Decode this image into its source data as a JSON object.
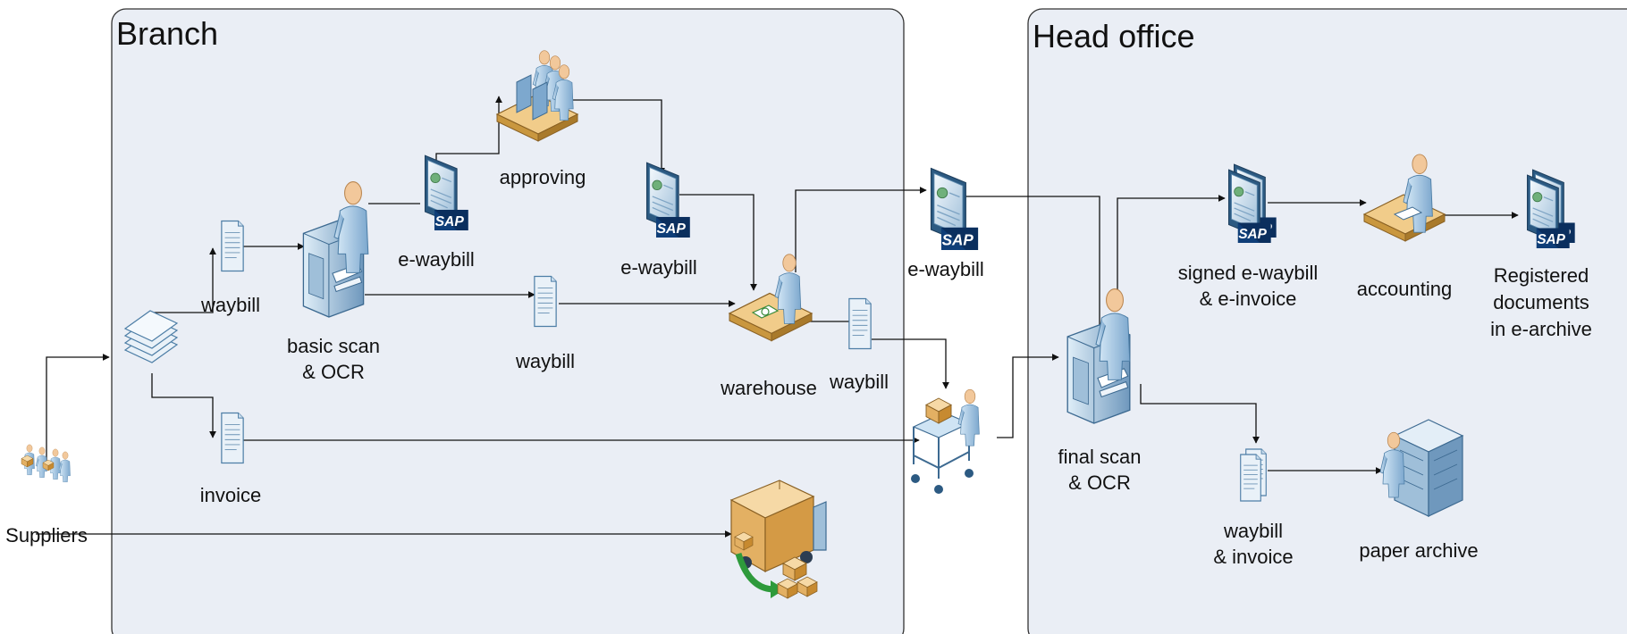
{
  "regions": {
    "branch": "Branch",
    "head_office": "Head office"
  },
  "labels": {
    "suppliers": "Suppliers",
    "waybill_1": "waybill",
    "invoice": "invoice",
    "basic_scan_1": "basic scan",
    "basic_scan_2": "& OCR",
    "ewaybill_1": "e-waybill",
    "approving": "approving",
    "ewaybill_2": "e-waybill",
    "waybill_2": "waybill",
    "warehouse": "warehouse",
    "waybill_3": "waybill",
    "ewaybill_3": "e-waybill",
    "final_scan_1": "final scan",
    "final_scan_2": "& OCR",
    "signed_1": "signed e-waybill",
    "signed_2": "& e-invoice",
    "accounting": "accounting",
    "registered_1": "Registered",
    "registered_2": "documents",
    "registered_3": "in e-archive",
    "waybill_invoice_1": "waybill",
    "waybill_invoice_2": "& invoice",
    "paper_archive": "paper archive"
  },
  "sap_logo": "SAP",
  "icons": {
    "suppliers": "people-with-boxes-icon",
    "document_stack": "document-stack-icon",
    "document": "document-icon",
    "scanner": "scanner-operator-icon",
    "sap_screen": "sap-screen-icon",
    "approvers": "approving-team-icon",
    "warehouse": "warehouse-desk-icon",
    "courier": "courier-cart-icon",
    "truck": "delivery-truck-icon",
    "accounting": "accountant-desk-icon",
    "archive": "archive-cabinet-icon"
  },
  "colors": {
    "panel_fill": "#eaeef5",
    "panel_stroke": "#333333",
    "paper": "#e9f1f8",
    "paper_stroke": "#4d7ea6",
    "person": "#f2c89b",
    "person_body": "#a9cbe6",
    "desk": "#f1cc8a",
    "sap_blue": "#0f3e78"
  }
}
